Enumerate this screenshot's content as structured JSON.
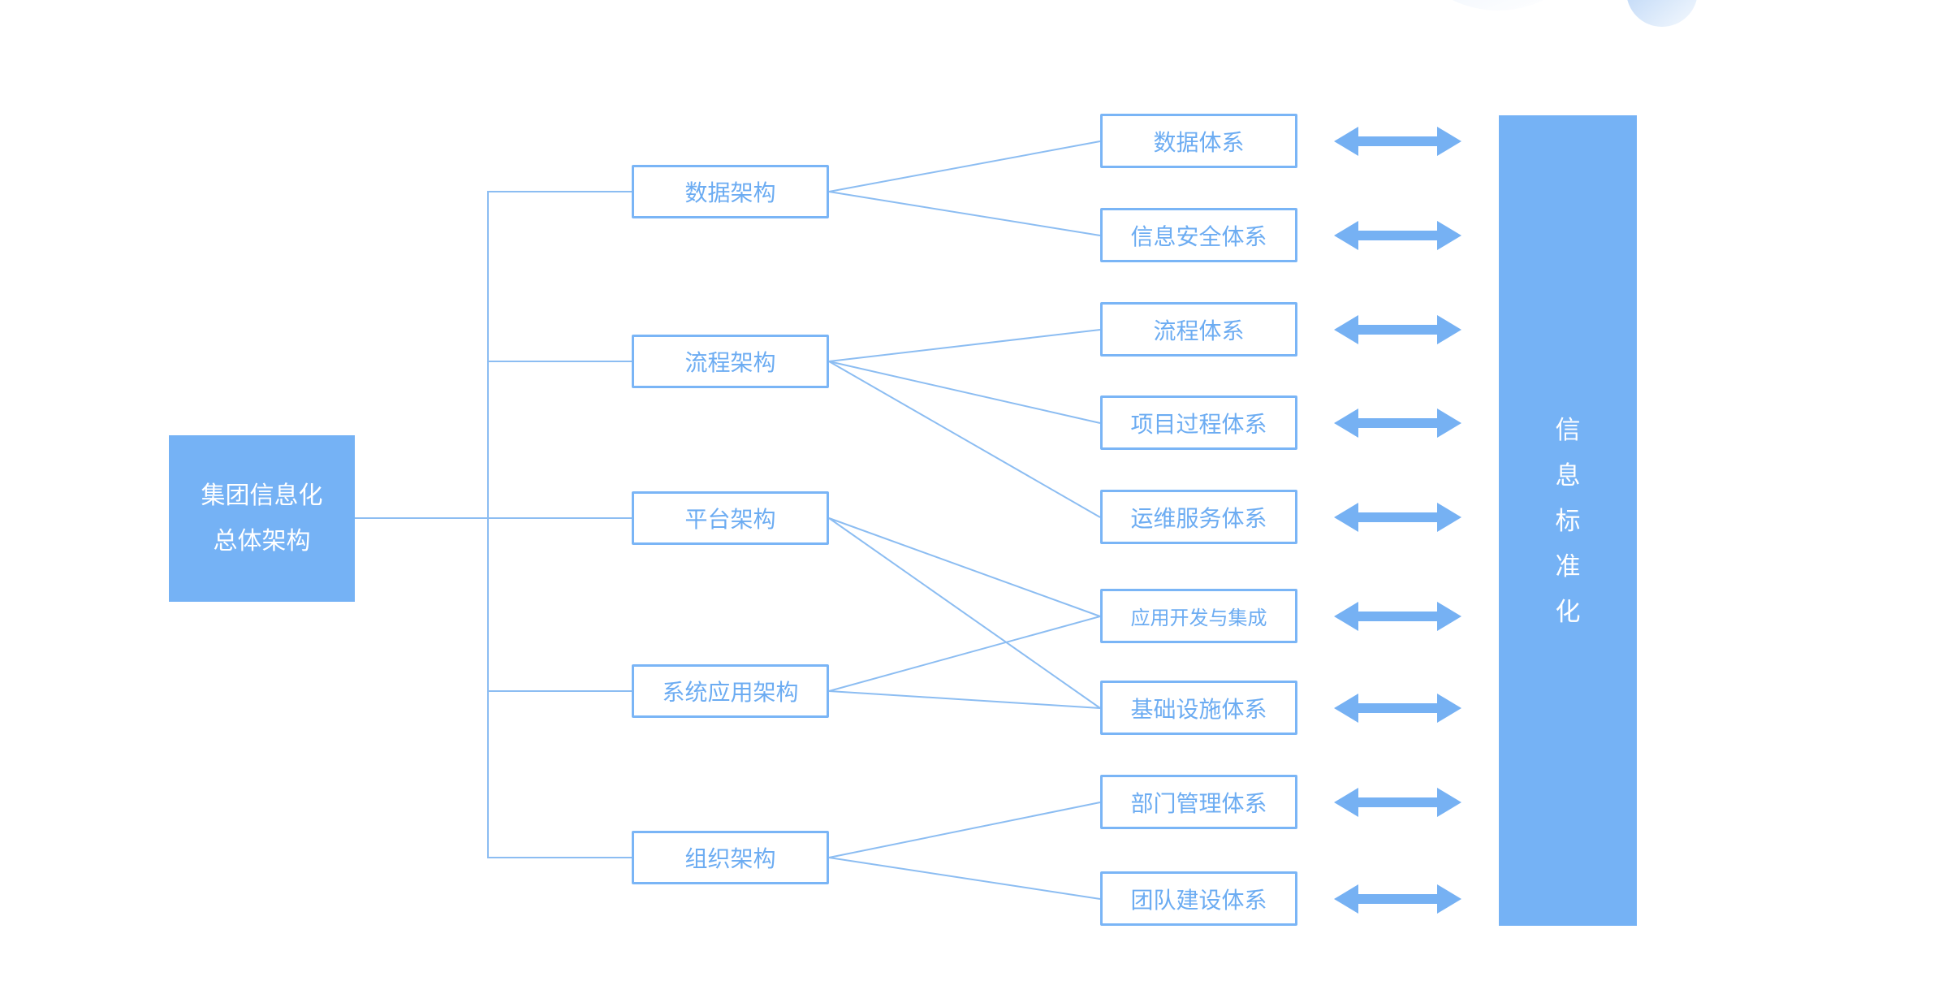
{
  "diagram": {
    "title_node": {
      "id": "root",
      "line1": "集团信息化",
      "line2": "总体架构"
    },
    "level2_nodes": [
      {
        "id": "data-arch",
        "label": "数据架构"
      },
      {
        "id": "process-arch",
        "label": "流程架构"
      },
      {
        "id": "platform-arch",
        "label": "平台架构"
      },
      {
        "id": "sysapp-arch",
        "label": "系统应用架构"
      },
      {
        "id": "org-arch",
        "label": "组织架构"
      }
    ],
    "level3_nodes": [
      {
        "id": "data-sys",
        "label": "数据体系"
      },
      {
        "id": "infosec-sys",
        "label": "信息安全体系"
      },
      {
        "id": "process-sys",
        "label": "流程体系"
      },
      {
        "id": "project-sys",
        "label": "项目过程体系"
      },
      {
        "id": "ops-sys",
        "label": "运维服务体系"
      },
      {
        "id": "appdev-sys",
        "label": "应用开发与集成"
      },
      {
        "id": "infra-sys",
        "label": "基础设施体系"
      },
      {
        "id": "dept-sys",
        "label": "部门管理体系"
      },
      {
        "id": "team-sys",
        "label": "团队建设体系"
      }
    ],
    "standard_bar": {
      "id": "standard-bar",
      "label": "信息标准化",
      "chars": [
        "信",
        "息",
        "标",
        "准",
        "化"
      ]
    },
    "edges": [
      {
        "from": "root",
        "to": "data-arch"
      },
      {
        "from": "root",
        "to": "process-arch"
      },
      {
        "from": "root",
        "to": "platform-arch"
      },
      {
        "from": "root",
        "to": "sysapp-arch"
      },
      {
        "from": "root",
        "to": "org-arch"
      },
      {
        "from": "data-arch",
        "to": "data-sys"
      },
      {
        "from": "data-arch",
        "to": "infosec-sys"
      },
      {
        "from": "process-arch",
        "to": "process-sys"
      },
      {
        "from": "process-arch",
        "to": "project-sys"
      },
      {
        "from": "process-arch",
        "to": "ops-sys"
      },
      {
        "from": "platform-arch",
        "to": "appdev-sys"
      },
      {
        "from": "platform-arch",
        "to": "infra-sys"
      },
      {
        "from": "sysapp-arch",
        "to": "appdev-sys"
      },
      {
        "from": "sysapp-arch",
        "to": "infra-sys"
      },
      {
        "from": "org-arch",
        "to": "dept-sys"
      },
      {
        "from": "org-arch",
        "to": "team-sys"
      },
      {
        "from": "data-sys",
        "to": "standard-bar",
        "type": "double-arrow"
      },
      {
        "from": "infosec-sys",
        "to": "standard-bar",
        "type": "double-arrow"
      },
      {
        "from": "process-sys",
        "to": "standard-bar",
        "type": "double-arrow"
      },
      {
        "from": "project-sys",
        "to": "standard-bar",
        "type": "double-arrow"
      },
      {
        "from": "ops-sys",
        "to": "standard-bar",
        "type": "double-arrow"
      },
      {
        "from": "appdev-sys",
        "to": "standard-bar",
        "type": "double-arrow"
      },
      {
        "from": "infra-sys",
        "to": "standard-bar",
        "type": "double-arrow"
      },
      {
        "from": "dept-sys",
        "to": "standard-bar",
        "type": "double-arrow"
      },
      {
        "from": "team-sys",
        "to": "standard-bar",
        "type": "double-arrow"
      }
    ],
    "colors": {
      "node_fill": "#75B2F5",
      "node_border": "#7AB5F6",
      "node_text": "#6CACF2",
      "connector": "#8CBDF2",
      "arrow": "#76B1F3"
    }
  }
}
